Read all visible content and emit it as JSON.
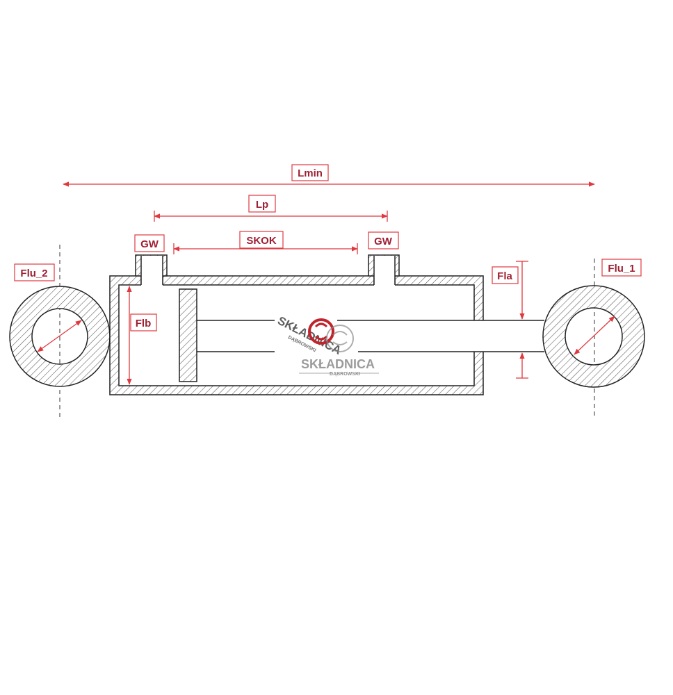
{
  "labels": {
    "lmin": "Lmin",
    "lp": "Lp",
    "skok": "SKOK",
    "gw_left": "GW",
    "gw_right": "GW",
    "flu_1": "Flu_1",
    "flu_2": "Flu_2",
    "fla": "Fla",
    "flb": "Flb"
  },
  "watermark": {
    "brand": "SKŁADNICA",
    "sub": "DĄBROWSKI"
  },
  "colors": {
    "dimension": "#e0383f",
    "label_text": "#9e1f32",
    "outline": "#222222",
    "hatch": "#555555",
    "watermark_red": "#c0242c",
    "watermark_gray": "#8a8a8a"
  }
}
